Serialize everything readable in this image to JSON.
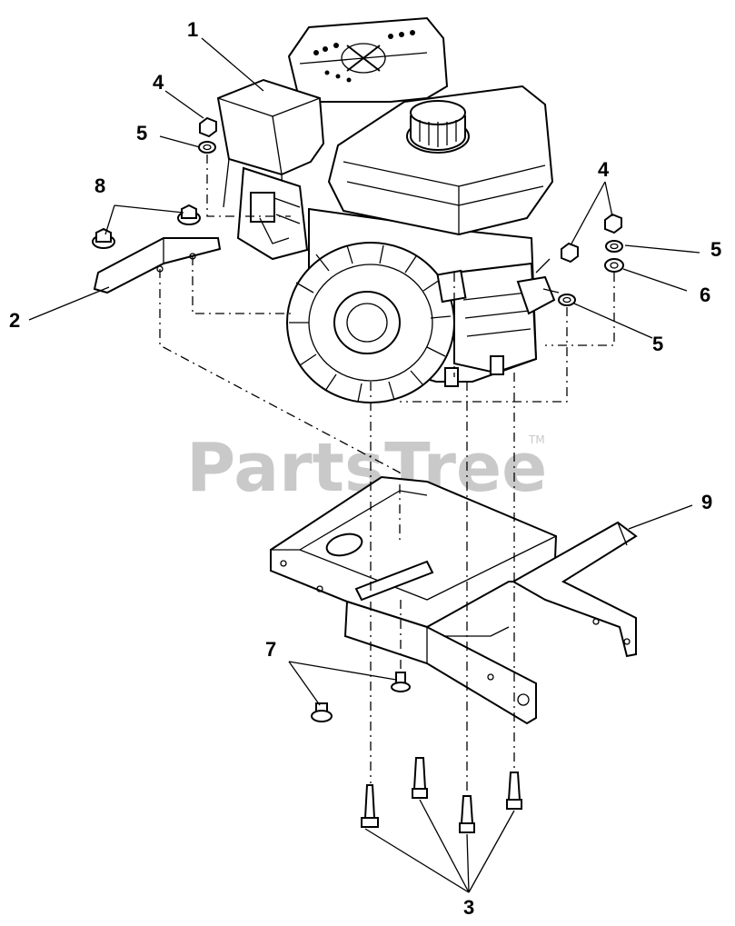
{
  "watermark": {
    "text": "PartsTree",
    "trademark": "TM"
  },
  "callouts": [
    {
      "id": "engine",
      "label": "1"
    },
    {
      "id": "engine-bracket",
      "label": "2"
    },
    {
      "id": "bolts-bottom",
      "label": "3"
    },
    {
      "id": "nut-left",
      "label": "4"
    },
    {
      "id": "nut-right",
      "label": "4"
    },
    {
      "id": "washer-left",
      "label": "5"
    },
    {
      "id": "washer-right-top",
      "label": "5"
    },
    {
      "id": "washer-right-bottom",
      "label": "5"
    },
    {
      "id": "flat-washer",
      "label": "6"
    },
    {
      "id": "screws",
      "label": "7"
    },
    {
      "id": "flange-nuts",
      "label": "8"
    },
    {
      "id": "frame",
      "label": "9"
    }
  ]
}
